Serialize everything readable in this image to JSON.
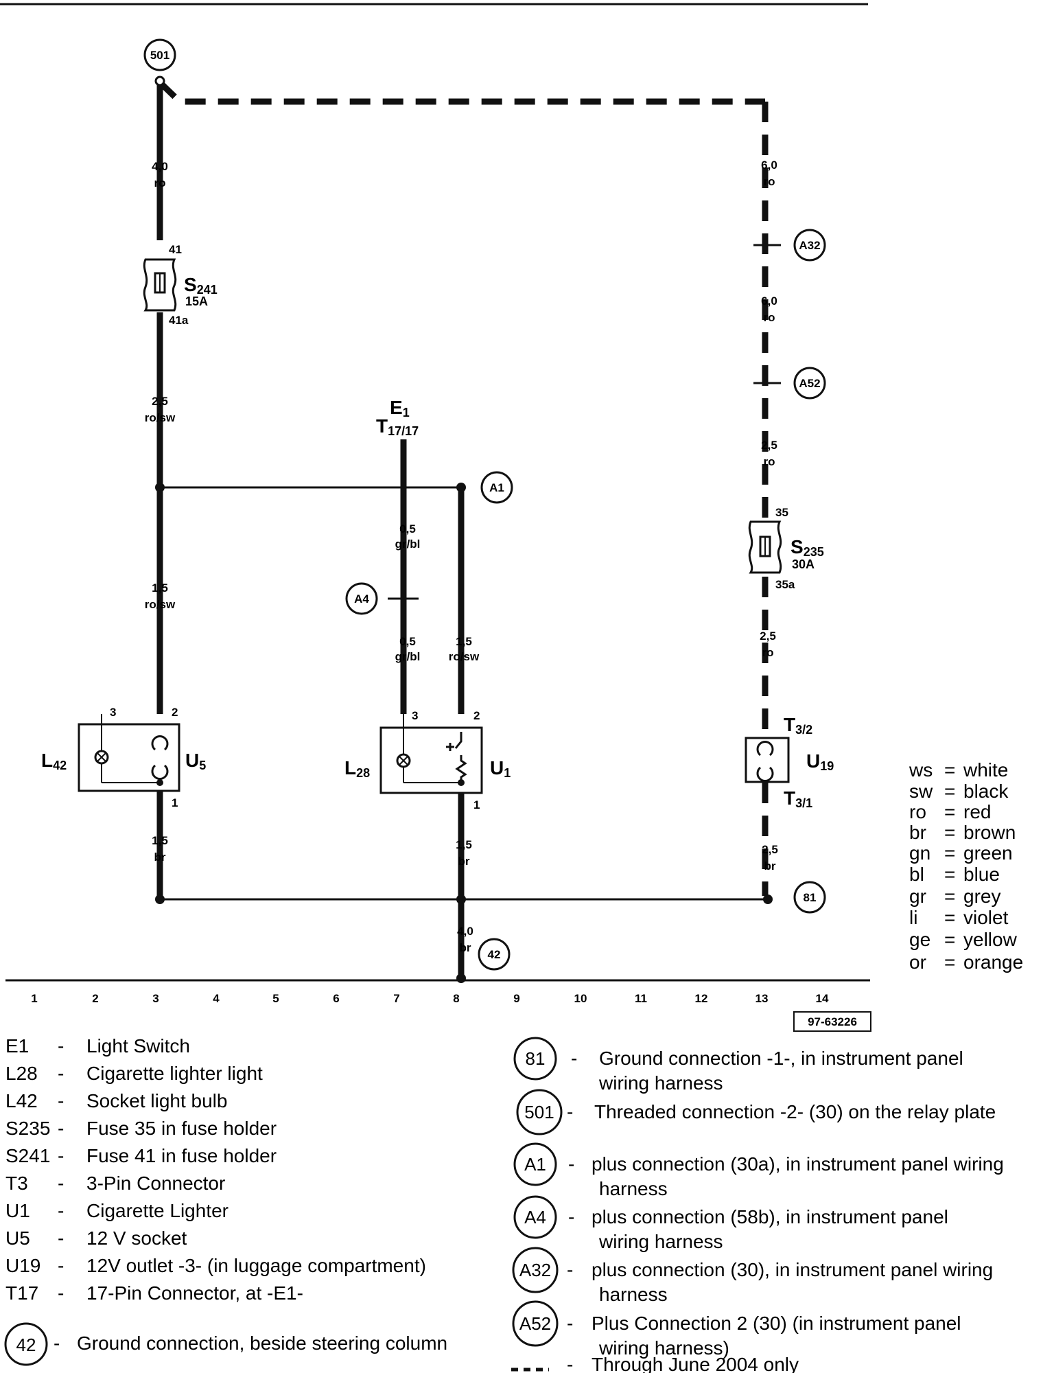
{
  "wires": {
    "w501_main": {
      "size": "4,0",
      "color": "ro"
    },
    "wright_top": {
      "size": "6,0",
      "color": "ro"
    },
    "wright_mid": {
      "size": "6,0",
      "color": "ro"
    },
    "wright_a52": {
      "size": "2,5",
      "color": "ro"
    },
    "wright_s235": {
      "size": "2,5",
      "color": "ro"
    },
    "wright_bot": {
      "size": "2,5",
      "color": "br"
    },
    "wleft_s241": {
      "size": "2,5",
      "color": "ro/sw"
    },
    "wleft_u5": {
      "size": "1,5",
      "color": "ro/sw"
    },
    "wleft_bot": {
      "size": "1,5",
      "color": "br"
    },
    "we1_top": {
      "size": "0,5",
      "color": "gr/bl"
    },
    "we1_bot": {
      "size": "0,5",
      "color": "gr/bl"
    },
    "wa1": {
      "size": "1,5",
      "color": "ro/sw"
    },
    "wmid_bot": {
      "size": "1,5",
      "color": "br"
    },
    "wground": {
      "size": "4,0",
      "color": "br"
    }
  },
  "components": {
    "s241": {
      "main": "S",
      "sub": "241",
      "rating": "15A",
      "pin_in": "41",
      "pin_out": "41a"
    },
    "s235": {
      "main": "S",
      "sub": "235",
      "rating": "30A",
      "pin_in": "35",
      "pin_out": "35a"
    },
    "e1": {
      "main": "E",
      "sub": "1",
      "conn_main": "T",
      "conn_sub": "17/17"
    },
    "l42": {
      "main": "L",
      "sub": "42"
    },
    "u5": {
      "main": "U",
      "sub": "5",
      "pin3": "3",
      "pin2": "2",
      "pin1": "1"
    },
    "l28": {
      "main": "L",
      "sub": "28"
    },
    "u1": {
      "main": "U",
      "sub": "1",
      "pin3": "3",
      "pin2": "2",
      "pin1": "1"
    },
    "u19": {
      "main": "U",
      "sub": "19",
      "t_top_main": "T",
      "t_top_sub": "3/2",
      "t_bot_main": "T",
      "t_bot_sub": "3/1"
    }
  },
  "connectors": {
    "c501": "501",
    "a32": "A32",
    "a52": "A52",
    "a1": "A1",
    "a4": "A4",
    "c81": "81",
    "c42": "42"
  },
  "grid": [
    "1",
    "2",
    "3",
    "4",
    "5",
    "6",
    "7",
    "8",
    "9",
    "10",
    "11",
    "12",
    "13",
    "14"
  ],
  "ref_code": "97-63226",
  "color_legend": [
    {
      "abbr": "ws",
      "name": "white"
    },
    {
      "abbr": "sw",
      "name": "black"
    },
    {
      "abbr": "ro",
      "name": "red"
    },
    {
      "abbr": "br",
      "name": "brown"
    },
    {
      "abbr": "gn",
      "name": "green"
    },
    {
      "abbr": "bl",
      "name": "blue"
    },
    {
      "abbr": "gr",
      "name": "grey"
    },
    {
      "abbr": "li",
      "name": "violet"
    },
    {
      "abbr": "ge",
      "name": "yellow"
    },
    {
      "abbr": "or",
      "name": "orange"
    }
  ],
  "component_legend": [
    {
      "code": "E1",
      "sep": "-",
      "desc": "Light Switch"
    },
    {
      "code": "L28",
      "sep": "-",
      "desc": "Cigarette lighter light"
    },
    {
      "code": "L42",
      "sep": "-",
      "desc": "Socket light bulb"
    },
    {
      "code": "S235",
      "sep": "-",
      "desc": "Fuse 35 in fuse holder"
    },
    {
      "code": "S241",
      "sep": "-",
      "desc": "Fuse 41 in fuse holder"
    },
    {
      "code": "T3",
      "sep": "-",
      "desc": "3-Pin Connector"
    },
    {
      "code": "U1",
      "sep": "-",
      "desc": "Cigarette Lighter"
    },
    {
      "code": "U5",
      "sep": "-",
      "desc": "12 V socket"
    },
    {
      "code": "U19",
      "sep": "-",
      "desc": "12V outlet -3- (in luggage compartment)"
    },
    {
      "code": "T17",
      "sep": "-",
      "desc": "17-Pin Connector, at -E1-"
    }
  ],
  "ground_legend": {
    "code": "42",
    "sep": "-",
    "desc": "Ground connection, beside steering column"
  },
  "connection_legend": [
    {
      "code": "81",
      "sep": "-",
      "line1": "Ground connection -1-, in instrument panel",
      "line2": "wiring harness"
    },
    {
      "code": "501",
      "sep": "-",
      "line1": "Threaded connection -2- (30) on the relay plate",
      "line2": ""
    },
    {
      "code": "A1",
      "sep": "-",
      "line1": "plus connection (30a), in instrument panel wiring",
      "line2": "harness"
    },
    {
      "code": "A4",
      "sep": "-",
      "line1": "plus connection (58b), in instrument panel",
      "line2": "wiring harness"
    },
    {
      "code": "A32",
      "sep": "-",
      "line1": "plus connection (30), in instrument panel wiring",
      "line2": "harness"
    },
    {
      "code": "A52",
      "sep": "-",
      "line1": "Plus Connection 2 (30) (in instrument panel",
      "line2": "wiring harness)"
    }
  ],
  "dashed_legend": {
    "sep": "-",
    "desc": "Through June 2004 only"
  }
}
